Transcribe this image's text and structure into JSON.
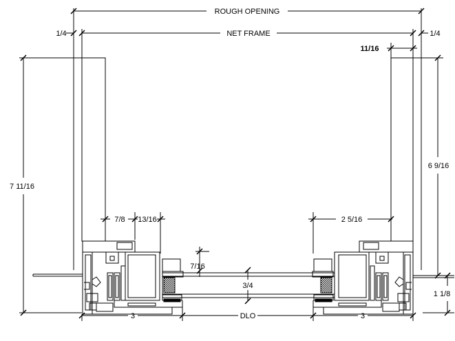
{
  "dimensions": {
    "rough_opening": "ROUGH OPENING",
    "net_frame": "NET FRAME",
    "shim_left": "1/4",
    "shim_right": "1/4",
    "frame_depth": "11/16",
    "height_left": "7 11/16",
    "height_right": "6 9/16",
    "jamb_a": "7/8",
    "jamb_b": "13/16",
    "reveal": "2 5/16",
    "glass_offset": "7/16",
    "glass_thickness": "3/4",
    "sill": "1 1/8",
    "frame_left": "3",
    "dlo": "DLO",
    "frame_right": "3"
  }
}
